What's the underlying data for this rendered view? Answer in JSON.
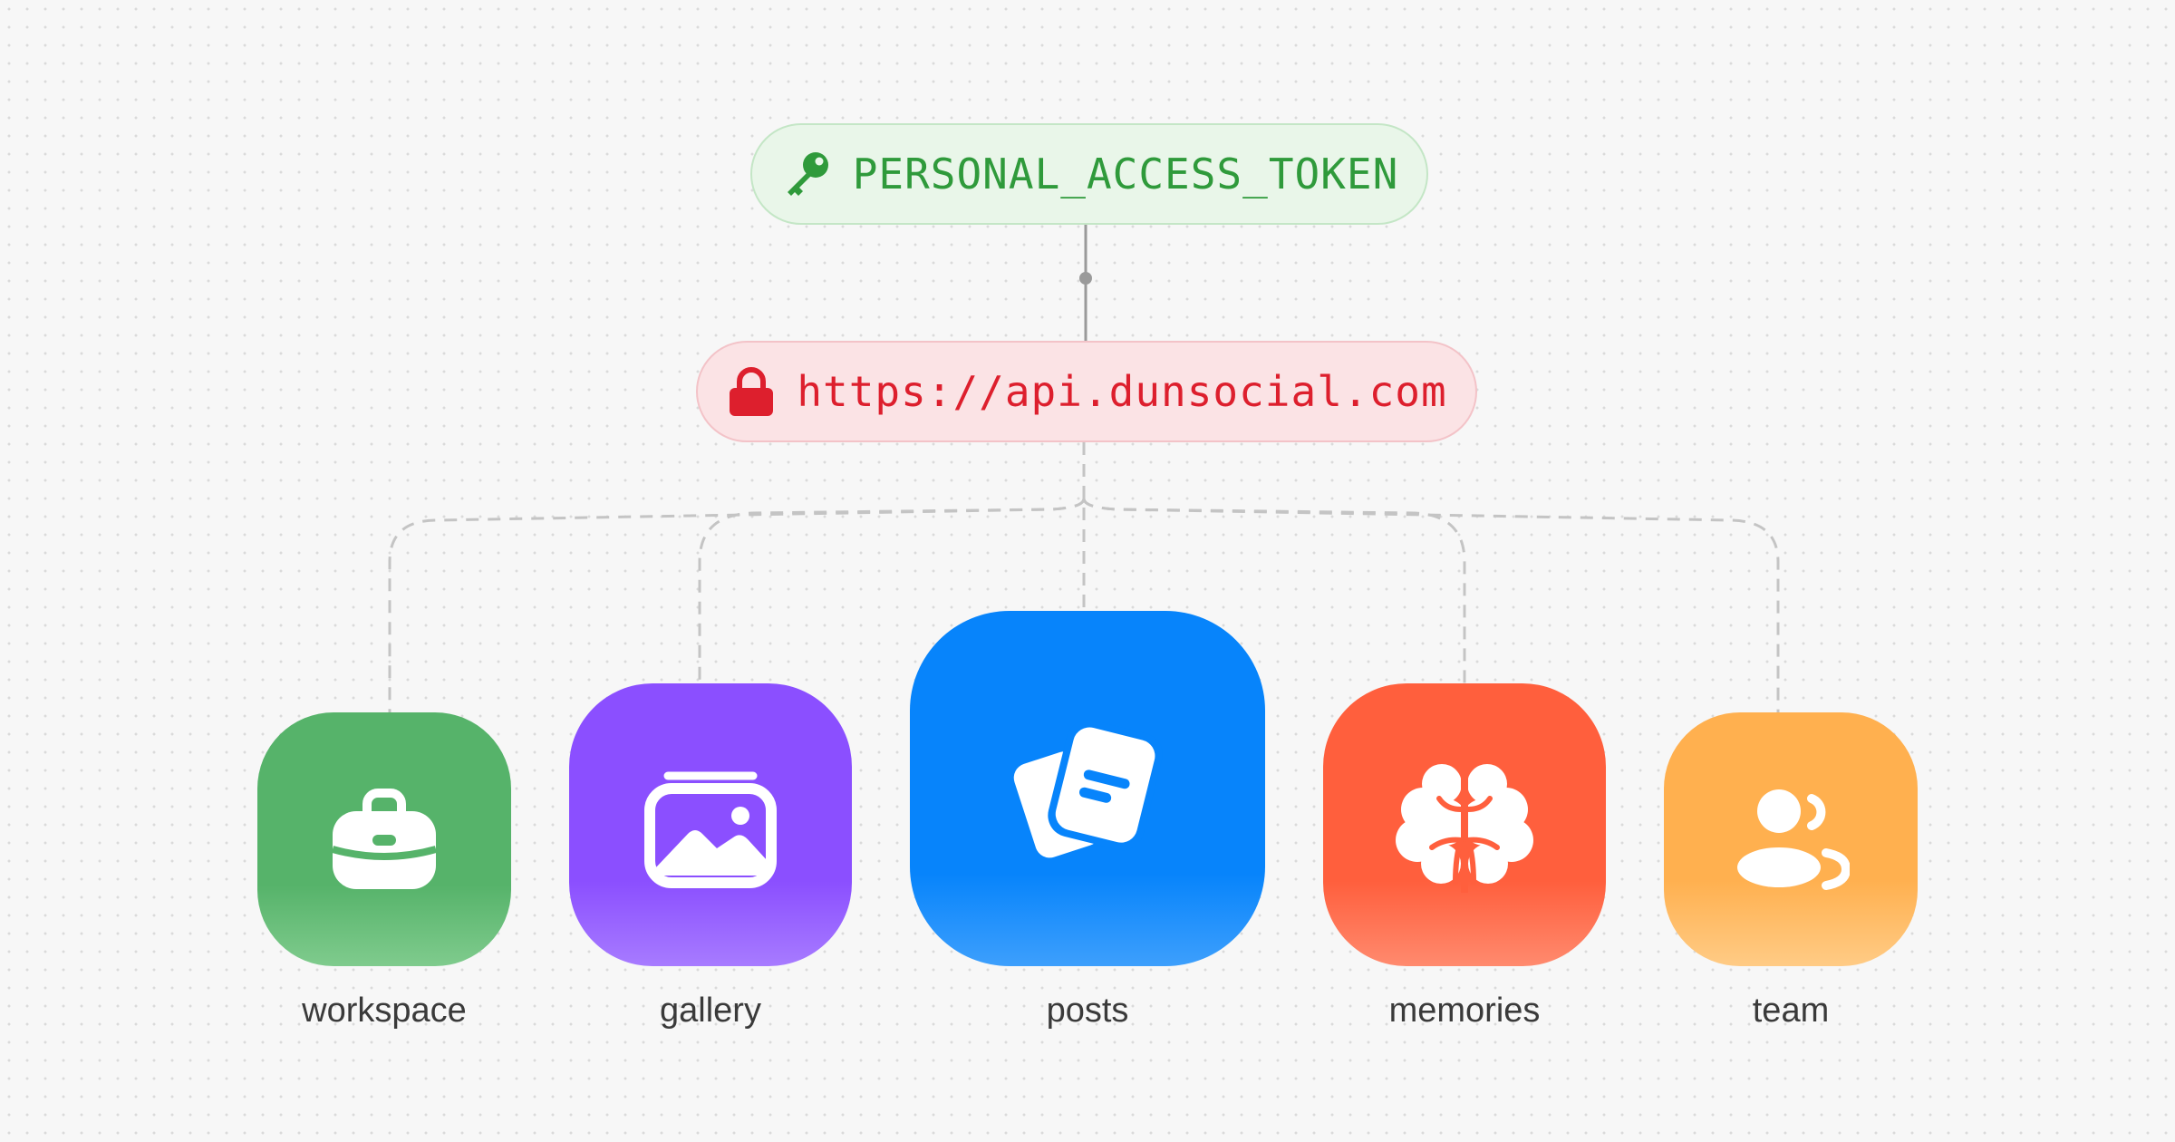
{
  "token_pill": {
    "label": "PERSONAL_ACCESS_TOKEN",
    "icon": "key-icon",
    "color": "#2f9a3b"
  },
  "api_pill": {
    "label": "https://api.dunsocial.com",
    "icon": "lock-icon",
    "color": "#dd1f2d"
  },
  "resources": [
    {
      "label": "workspace",
      "icon": "briefcase-icon",
      "color": "#56b36a"
    },
    {
      "label": "gallery",
      "icon": "photos-icon",
      "color": "#8b4fff"
    },
    {
      "label": "posts",
      "icon": "documents-icon",
      "color": "#0784fb"
    },
    {
      "label": "memories",
      "icon": "brain-icon",
      "color": "#ff5f3d"
    },
    {
      "label": "team",
      "icon": "people-icon",
      "color": "#ffb04f"
    }
  ]
}
